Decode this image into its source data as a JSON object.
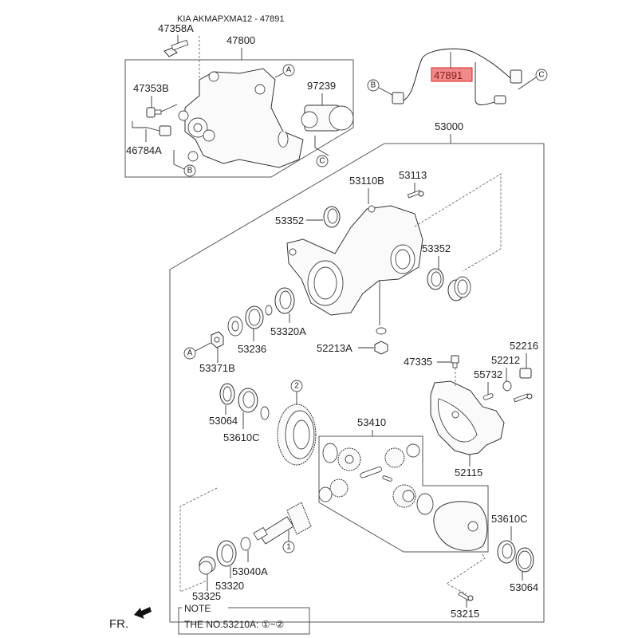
{
  "title": "KIA AKMAPXMA12 - 47891",
  "highlight_color": "#f08a8a",
  "highlighted_part": "47891",
  "parts": {
    "p47358A": "47358A",
    "p47800": "47800",
    "p47353B": "47353B",
    "p97239": "97239",
    "p46784A": "46784A",
    "p47891": "47891",
    "p53000": "53000",
    "p53110B": "53110B",
    "p53113": "53113",
    "p53352_left": "53352",
    "p53352_right": "53352",
    "p53320A": "53320A",
    "p53236": "53236",
    "p53371B": "53371B",
    "p52213A": "52213A",
    "p47335": "47335",
    "p52216": "52216",
    "p52212": "52212",
    "p55732": "55732",
    "p52115": "52115",
    "p53064_left": "53064",
    "p53610C_left": "53610C",
    "p53410": "53410",
    "p53610C_right": "53610C",
    "p53064_right": "53064",
    "p53040A": "53040A",
    "p53320": "53320",
    "p53325": "53325",
    "p53215": "53215"
  },
  "callouts": {
    "A": "A",
    "B": "B",
    "C": "C",
    "one": "1",
    "two": "2"
  },
  "note": {
    "heading": "NOTE",
    "text": "THE NO.53210A: ①~②"
  },
  "front_indicator": "FR."
}
